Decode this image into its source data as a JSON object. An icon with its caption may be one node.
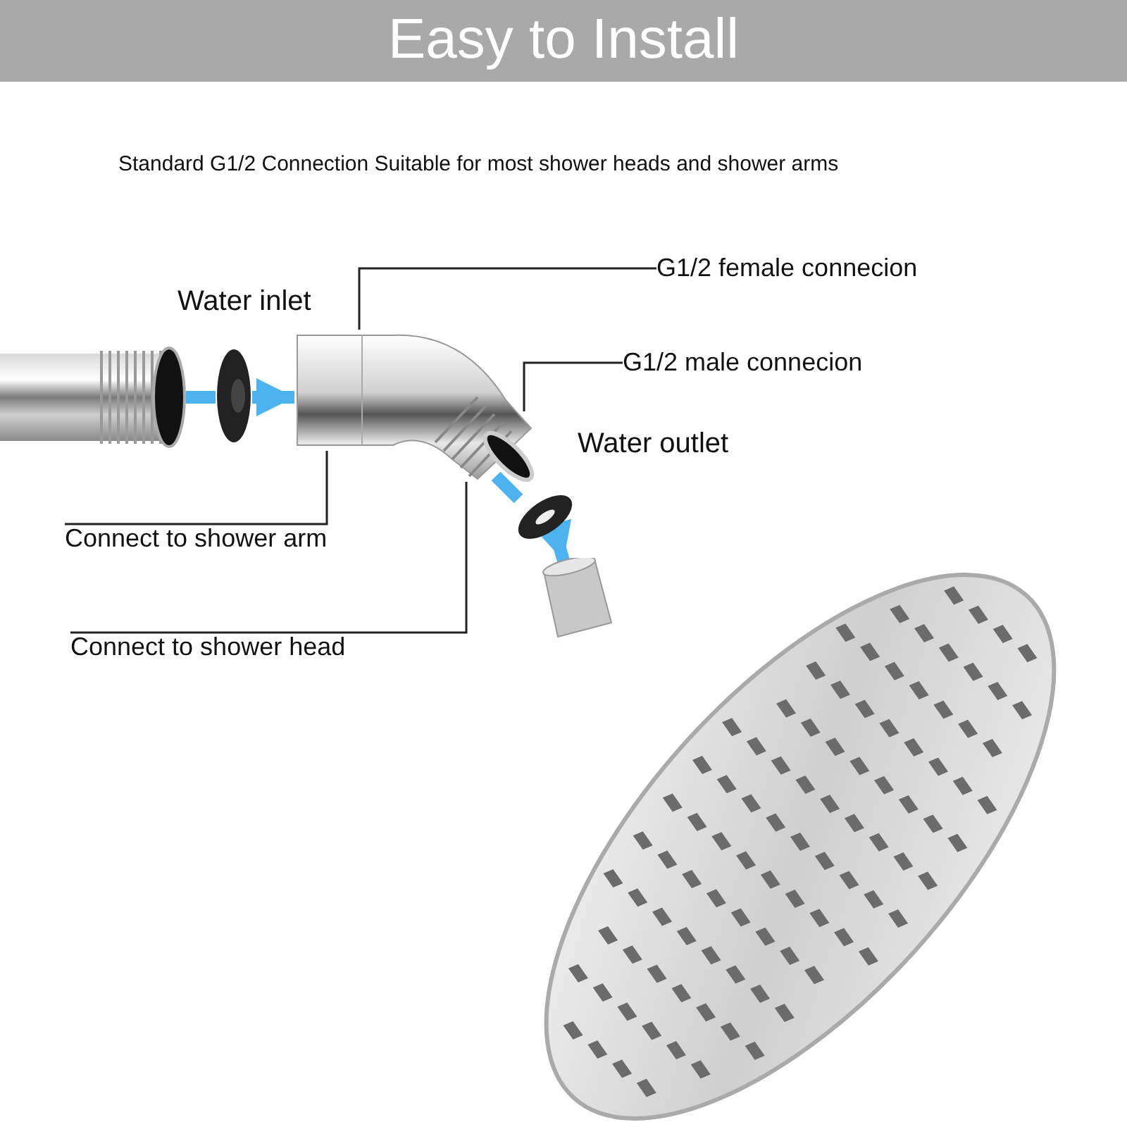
{
  "diagram": {
    "title": "Easy to Install",
    "nodes": [
      {
        "text": [
          "G1/2 female connecion"
        ]
      },
      {
        "text": [
          "G1/2 male connecion"
        ]
      },
      {
        "text": [
          "Connect to shower arm"
        ]
      },
      {
        "text": [
          "Connect to shower head"
        ]
      },
      {
        "text": [],
        "shape": "picture"
      },
      {
        "text": [],
        "shape": "picture"
      },
      {
        "text": [],
        "shape": "picture"
      },
      {
        "text": [],
        "shape": "picture"
      },
      {
        "text": [],
        "shape": "picture"
      }
    ],
    "edges": [
      {
        "from": 0,
        "to": 6,
        "arrow": "none"
      },
      {
        "from": 1,
        "to": 6,
        "arrow": "none"
      },
      {
        "from": 2,
        "to": 6,
        "arrow": "none"
      },
      {
        "from": 3,
        "to": 6,
        "arrow": "none"
      },
      {
        "from": 4,
        "to": 5,
        "arrow": "none",
        "style": "thick",
        "color": "#4db3f0"
      },
      {
        "from": 5,
        "to": 6,
        "arrow": "to",
        "style": "thick",
        "color": "#4db3f0"
      },
      {
        "from": 6,
        "to": 7,
        "arrow": "none",
        "style": "thick",
        "color": "#4db3f0"
      },
      {
        "from": 7,
        "to": 8,
        "arrow": "to",
        "style": "thick",
        "color": "#4db3f0"
      }
    ],
    "labels": [
      "Standard G1/2 Connection Suitable for most shower heads and shower arms",
      "Water inlet",
      "Water outlet"
    ]
  }
}
